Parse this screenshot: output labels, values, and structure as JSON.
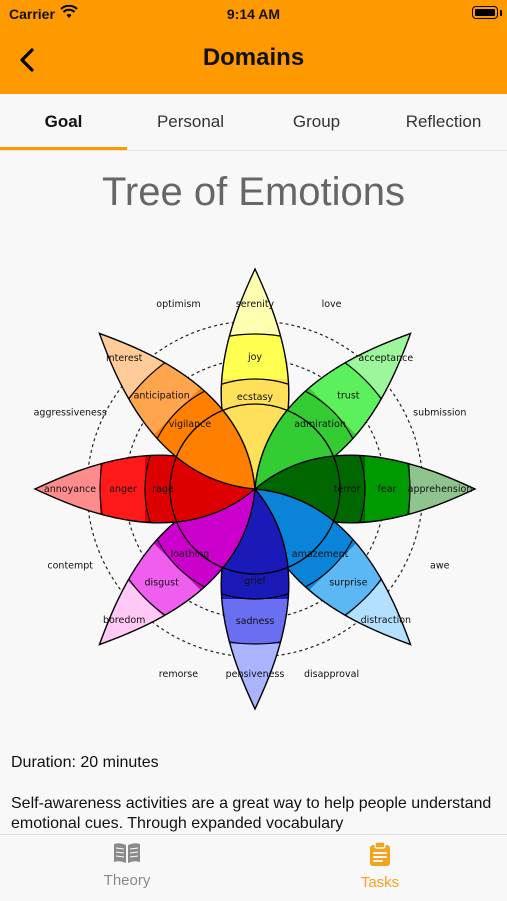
{
  "status": {
    "carrier": "Carrier",
    "time": "9:14 AM"
  },
  "nav": {
    "title": "Domains",
    "back_icon": "chevron-left-icon"
  },
  "tabs": [
    {
      "label": "Goal",
      "active": true
    },
    {
      "label": "Personal",
      "active": false
    },
    {
      "label": "Group",
      "active": false
    },
    {
      "label": "Reflection",
      "active": false
    }
  ],
  "content": {
    "heading": "Tree of Emotions",
    "wheel": {
      "petals": [
        {
          "outer": "serenity",
          "middle": "joy",
          "inner": "ecstasy",
          "colors": [
            "#ffffb0",
            "#ffff50",
            "#ffe05a"
          ]
        },
        {
          "outer": "acceptance",
          "middle": "trust",
          "inner": "admiration",
          "colors": [
            "#9cf79c",
            "#5cf05c",
            "#33cc33"
          ]
        },
        {
          "outer": "apprehension",
          "middle": "fear",
          "inner": "terror",
          "colors": [
            "#8fc48f",
            "#009900",
            "#006600"
          ]
        },
        {
          "outer": "distraction",
          "middle": "surprise",
          "inner": "amazement",
          "colors": [
            "#b3e0ff",
            "#5bb8f5",
            "#0a84d8"
          ]
        },
        {
          "outer": "pensiveness",
          "middle": "sadness",
          "inner": "grief",
          "colors": [
            "#aab4ff",
            "#6a6ef0",
            "#1a1ab8"
          ]
        },
        {
          "outer": "boredom",
          "middle": "disgust",
          "inner": "loathing",
          "colors": [
            "#ffc8f5",
            "#f05ef0",
            "#cc00cc"
          ]
        },
        {
          "outer": "annoyance",
          "middle": "anger",
          "inner": "rage",
          "colors": [
            "#ff8c8c",
            "#ff1a1a",
            "#dd0000"
          ]
        },
        {
          "outer": "interest",
          "middle": "anticipation",
          "inner": "vigilance",
          "colors": [
            "#ffcc99",
            "#ffa54d",
            "#ff8000"
          ]
        }
      ],
      "dyads": [
        "love",
        "submission",
        "awe",
        "disapproval",
        "remorse",
        "contempt",
        "aggressiveness",
        "optimism"
      ]
    },
    "duration": "Duration: 20 minutes",
    "description": "Self-awareness activities are a great way to help people understand emotional cues. Through expanded vocabulary"
  },
  "tabbar": {
    "theory": {
      "label": "Theory",
      "icon": "book-icon"
    },
    "tasks": {
      "label": "Tasks",
      "icon": "clipboard-icon"
    }
  },
  "colors": {
    "accent": "#ff9900",
    "tasks_active": "#f7a21b",
    "inactive": "#8a8a8a"
  }
}
